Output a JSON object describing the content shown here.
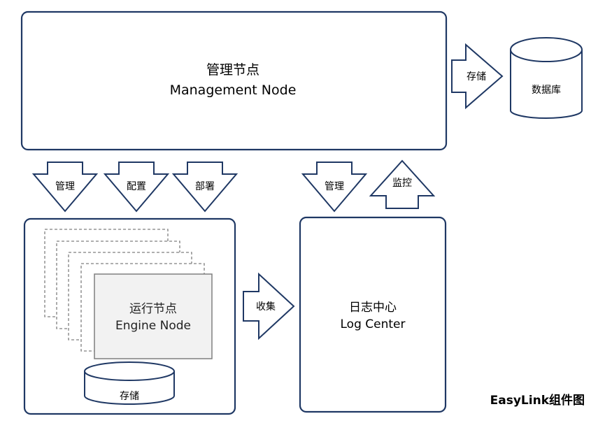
{
  "management_node": {
    "title_cn": "管理节点",
    "title_en": "Management Node"
  },
  "database": {
    "label": "数据库"
  },
  "engine_node": {
    "title_cn": "运行节点",
    "title_en": "Engine Node",
    "storage_label": "存储"
  },
  "log_center": {
    "title_cn": "日志中心",
    "title_en": "Log Center"
  },
  "arrows": {
    "store": "存储",
    "manage_engine": "管理",
    "configure": "配置",
    "deploy": "部署",
    "manage_log": "管理",
    "monitor": "监控",
    "collect": "收集"
  },
  "caption": "EasyLink组件图",
  "colors": {
    "border": "#1f3864",
    "dashed": "#7f7f7f",
    "engine_fill": "#f2f2f2"
  }
}
